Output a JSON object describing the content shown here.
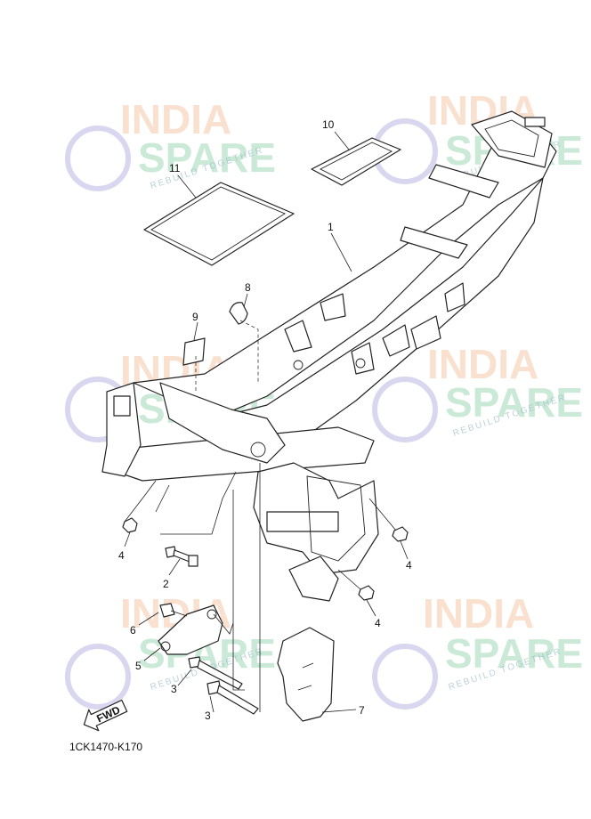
{
  "diagram_code": "1CK1470-K170",
  "fwd_label": "FWD",
  "watermark": {
    "line1": "INDIA",
    "line2": "SPARE",
    "tagline": "REBUILD TOGETHER"
  },
  "callouts": {
    "frame": "1",
    "bolt_2": "2",
    "bolt_3a": "3",
    "bolt_3b": "3",
    "nut_4a": "4",
    "nut_4b": "4",
    "nut_4c": "4",
    "bracket_5": "5",
    "bolt_6": "6",
    "plate_7": "7",
    "clip_8": "8",
    "label_9": "9",
    "tray_10": "10",
    "mat_11": "11"
  },
  "colors": {
    "line": "#222222",
    "watermark_orange": "#f5c8a8",
    "watermark_green": "#9fd8b8",
    "watermark_icon": "#c9c6e8"
  }
}
